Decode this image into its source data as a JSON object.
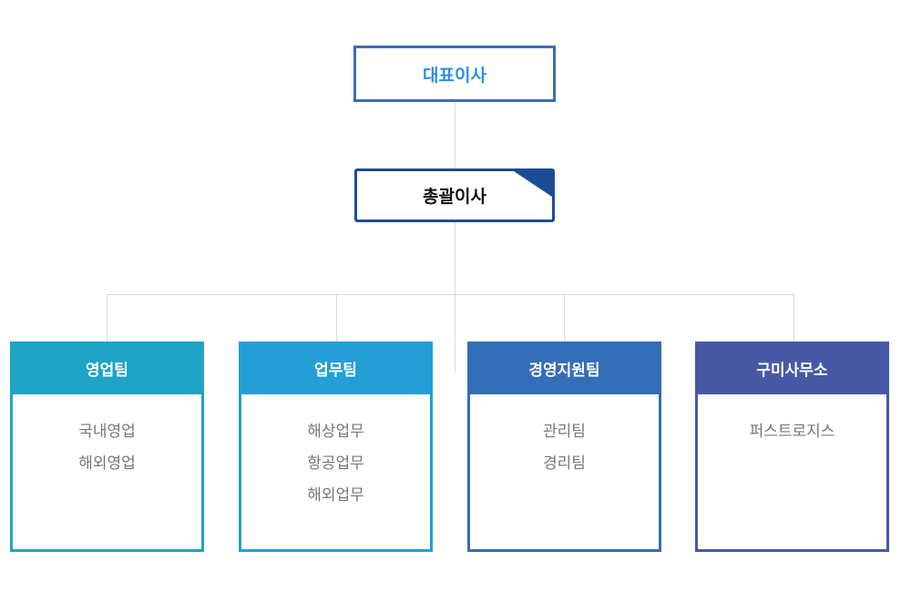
{
  "ceo": {
    "label": "대표이사"
  },
  "general_manager": {
    "label": "총괄이사"
  },
  "teams": [
    {
      "name": "영업팀",
      "color": "#1fa3c6",
      "items": [
        "국내영업",
        "해외영업"
      ]
    },
    {
      "name": "업무팀",
      "color": "#239fd6",
      "items": [
        "해상업무",
        "항공업무",
        "해외업무"
      ]
    },
    {
      "name": "경영지원팀",
      "color": "#346eb6",
      "items": [
        "관리팀",
        "경리팀"
      ]
    },
    {
      "name": "구미사무소",
      "color": "#4759a6",
      "items": [
        "퍼스트로지스"
      ]
    }
  ]
}
